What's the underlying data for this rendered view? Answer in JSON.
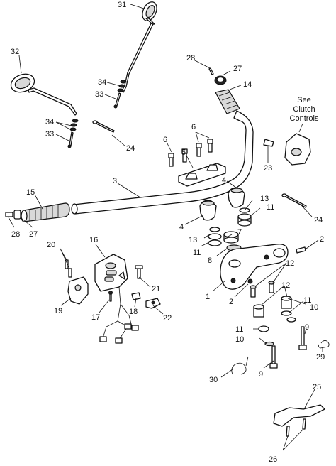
{
  "note": {
    "lines": [
      "See",
      "Clutch",
      "Controls"
    ]
  },
  "callouts": {
    "c1": "1",
    "c2a": "2",
    "c2b": "2",
    "c3": "3",
    "c4a": "4",
    "c4b": "4",
    "c5": "5",
    "c6a": "6",
    "c6b": "6",
    "c7": "7",
    "c8": "8",
    "c9a": "9",
    "c9b": "9",
    "c10a": "10",
    "c10b": "10",
    "c11a": "11",
    "c11b": "11",
    "c11c": "11",
    "c11d": "11",
    "c12a": "12",
    "c12b": "12",
    "c13a": "13",
    "c13b": "13",
    "c14": "14",
    "c15": "15",
    "c16": "16",
    "c17": "17",
    "c18": "18",
    "c19": "19",
    "c20": "20",
    "c21": "21",
    "c22": "22",
    "c23": "23",
    "c24a": "24",
    "c24b": "24",
    "c25": "25",
    "c26": "26",
    "c27a": "27",
    "c27b": "27",
    "c28a": "28",
    "c28b": "28",
    "c29": "29",
    "c30": "30",
    "c31": "31",
    "c32": "32",
    "c33a": "33",
    "c33b": "33",
    "c34a": "34",
    "c34b": "34"
  }
}
